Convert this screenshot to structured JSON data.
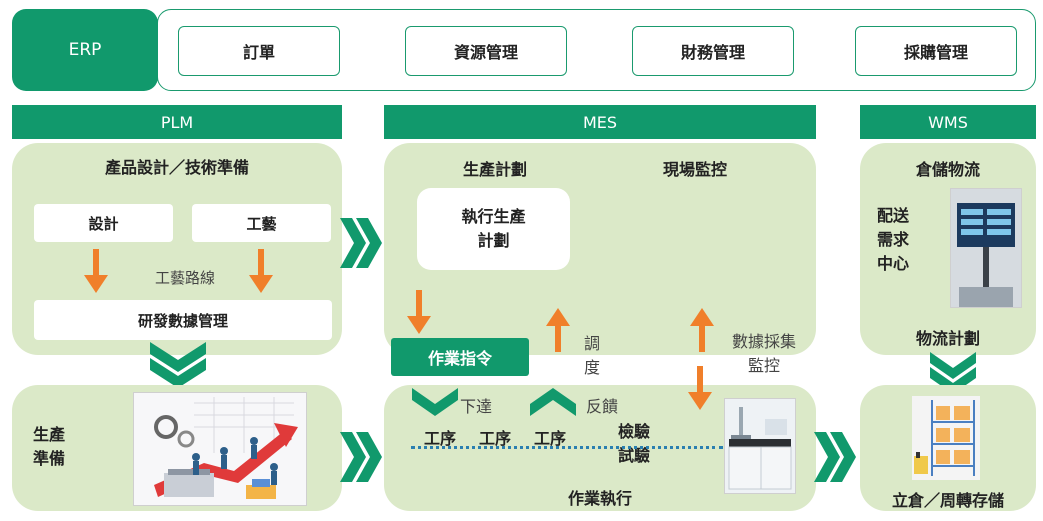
{
  "colors": {
    "primary_green": "#11996c",
    "panel_green": "#dbe9c8",
    "arrow_orange": "#f07f2a",
    "dotted_blue": "#2a7fb0"
  },
  "erp": {
    "label": "ERP",
    "items": [
      "訂單",
      "資源管理",
      "財務管理",
      "採購管理"
    ]
  },
  "plm": {
    "header": "PLM",
    "title": "產品設計／技術準備",
    "design": "設計",
    "process": "工藝",
    "route": "工藝路線",
    "data_mgmt": "研發數據管理",
    "production_prep": "生產\n準備"
  },
  "mes": {
    "header": "MES",
    "plan": "生產計劃",
    "monitor": "現場監控",
    "exec_plan": "執行生產\n計劃",
    "instruction": "作業指令",
    "dispatch": "調\n度",
    "data_collect": "數據採集\n監控",
    "issue": "下達",
    "feedback": "反饋",
    "steps": [
      "工序",
      "工序",
      "工序"
    ],
    "inspect": "檢驗\n試驗",
    "execution": "作業執行"
  },
  "wms": {
    "header": "WMS",
    "logistics": "倉儲物流",
    "distribution": "配送\n需求\n中心",
    "plan": "物流計劃",
    "storage": "立倉／周轉存儲"
  },
  "icons": [
    "chevron-right-icon",
    "chevron-down-icon",
    "orange-arrow-down-icon",
    "orange-arrow-up-icon",
    "green-check-down-icon",
    "green-check-up-icon"
  ]
}
